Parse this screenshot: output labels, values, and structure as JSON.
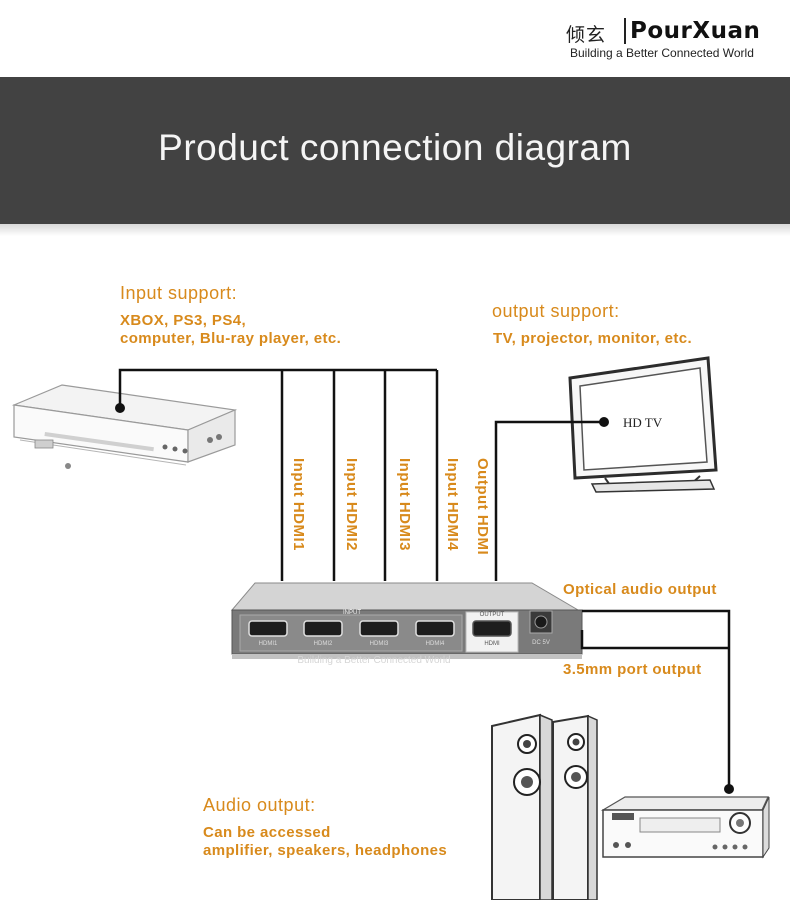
{
  "header": {
    "brand_cn": "倾玄",
    "brand_name": "PourXuan",
    "slogan": "Building a Better Connected World"
  },
  "banner": {
    "title": "Product connection diagram"
  },
  "input_support": {
    "heading": "Input support:",
    "line1": "XBOX, PS3, PS4,",
    "line2": "computer, Blu-ray player, etc."
  },
  "output_support": {
    "heading": "output support:",
    "line1": "TV, projector, monitor, etc."
  },
  "port_labels": {
    "hdmi1": "Input HDMI1",
    "hdmi2": "Input HDMI2",
    "hdmi3": "Input HDMI3",
    "hdmi4": "Input HDMI4",
    "output": "Output HDMI"
  },
  "tv": {
    "screen_text": "HD TV"
  },
  "switch_device": {
    "input_label": "INPUT",
    "output_label": "OUTPUT",
    "ports": [
      "HDMI1",
      "HDMI2",
      "HDMI3",
      "HDMI4"
    ],
    "out_port": "HDMI",
    "dc_label": "DC 5V",
    "watermark": "Building a Better Connected World"
  },
  "audio": {
    "optical": "Optical audio output",
    "mm35": "3.5mm port output",
    "heading": "Audio output:",
    "line1": "Can be accessed",
    "line2": "amplifier, speakers, headphones"
  },
  "colors": {
    "accent": "#d88a1c",
    "banner": "#424242",
    "line": "#111111"
  }
}
